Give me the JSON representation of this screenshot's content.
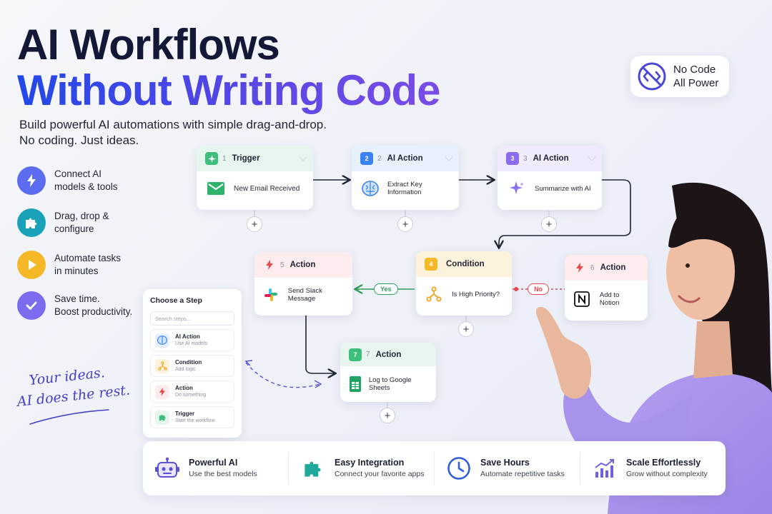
{
  "hero": {
    "title_line1": "AI Workflows",
    "title_line2": "Without Writing Code",
    "subtitle_line1": "Build powerful AI automations with simple drag-and-drop.",
    "subtitle_line2": "No coding. Just ideas."
  },
  "badge": {
    "line1": "No Code",
    "line2": "All Power",
    "icon": "no-code-icon"
  },
  "features": [
    {
      "line1": "Connect AI",
      "line2": "models & tools",
      "icon": "lightning-icon",
      "color": "#5b6cf0"
    },
    {
      "line1": "Drag, drop &",
      "line2": "configure",
      "icon": "puzzle-icon",
      "color": "#1aa3b8"
    },
    {
      "line1": "Automate tasks",
      "line2": "in minutes",
      "icon": "play-icon",
      "color": "#f5b928"
    },
    {
      "line1": "Save time.",
      "line2": "Boost productivity.",
      "icon": "check-icon",
      "color": "#7c6cf0"
    }
  ],
  "workflow": {
    "trigger": {
      "num": "1",
      "label": "Trigger",
      "content": "New Email Received"
    },
    "ai_action_1": {
      "num": "2",
      "label": "AI Action",
      "content": "Extract Key Information"
    },
    "ai_action_2": {
      "num": "3",
      "label": "AI Action",
      "content": "Summarize with AI"
    },
    "condition": {
      "num": "4",
      "label": "Condition",
      "content": "Is High Priority?"
    },
    "slack_action": {
      "num": "5",
      "label": "Action",
      "content": "Send Slack Message"
    },
    "notion_action": {
      "num": "6",
      "label": "Action",
      "content": "Add to Notion"
    },
    "sheets_action": {
      "num": "7",
      "label": "Action",
      "content": "Log to Google Sheets"
    },
    "yes_label": "Yes",
    "no_label": "No",
    "add_symbol": "+"
  },
  "picker": {
    "title": "Choose a Step",
    "search_placeholder": "Search steps...",
    "items": [
      {
        "label": "AI Action",
        "sub": "Use AI models"
      },
      {
        "label": "Condition",
        "sub": "Add logic"
      },
      {
        "label": "Action",
        "sub": "Do something"
      },
      {
        "label": "Trigger",
        "sub": "Start the workflow"
      }
    ]
  },
  "handwriting": {
    "line1": "Your ideas.",
    "line2": "AI does the rest."
  },
  "bottom": [
    {
      "label": "Powerful AI",
      "sub": "Use the best models",
      "icon": "robot-icon"
    },
    {
      "label": "Easy Integration",
      "sub": "Connect your favorite apps",
      "icon": "puzzle-icon"
    },
    {
      "label": "Save Hours",
      "sub": "Automate repetitive tasks",
      "icon": "clock-icon"
    },
    {
      "label": "Scale Effortlessly",
      "sub": "Grow without complexity",
      "icon": "growth-chart-icon"
    }
  ],
  "colors": {
    "accent_blue": "#2348e8",
    "accent_purple": "#7a4ce6",
    "yes_green": "#2e9e5b",
    "no_red": "#e5484d"
  }
}
